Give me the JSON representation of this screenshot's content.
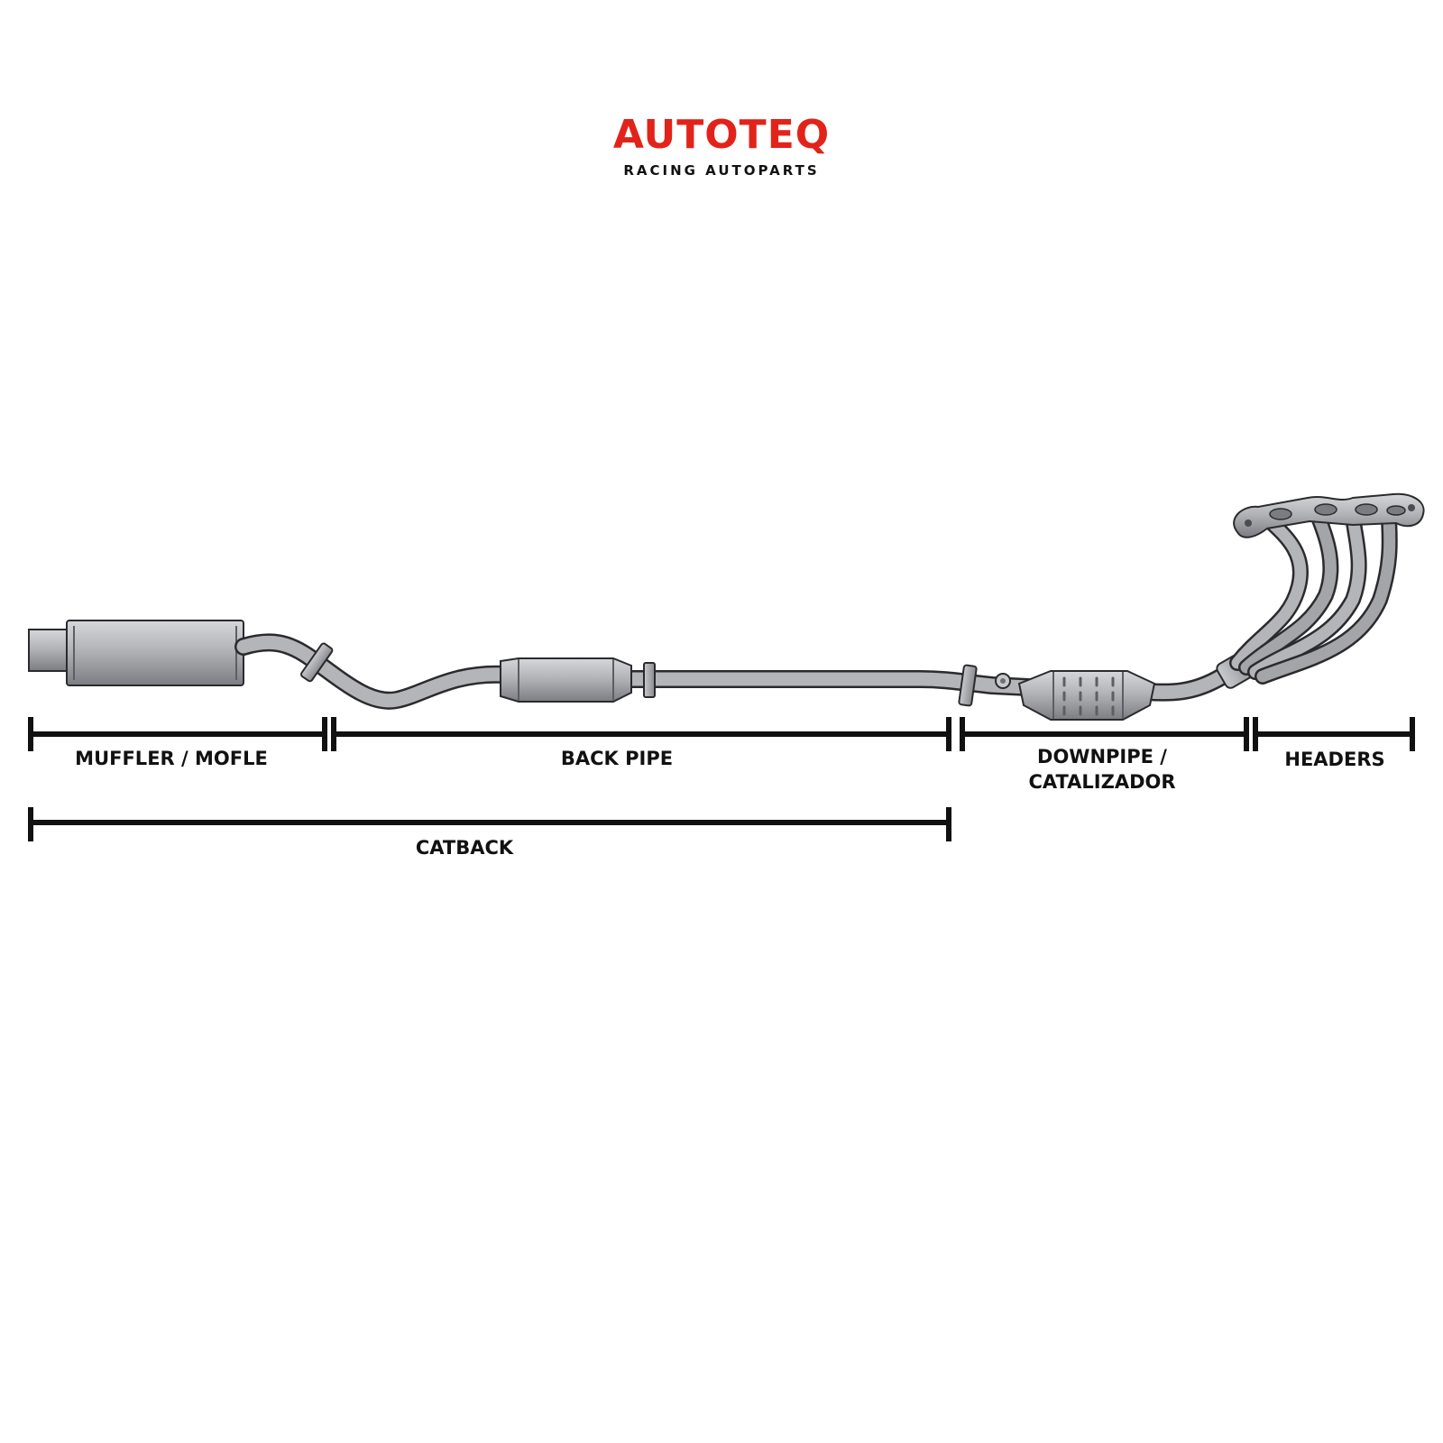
{
  "logo": {
    "title": "AUTOTEQ",
    "subtitle": "RACING AUTOPARTS"
  },
  "colors": {
    "brand": "#e2231a",
    "text": "#111111",
    "pipe_fill": "#a9aaae",
    "pipe_dark": "#6f7075",
    "outline": "#2b2b2e"
  },
  "sections": {
    "muffler": "MUFFLER / MOFLE",
    "back_pipe": "BACK PIPE",
    "downpipe_line1": "DOWNPIPE /",
    "downpipe_line2": "CATALIZADOR",
    "headers": "HEADERS",
    "catback": "CATBACK"
  }
}
